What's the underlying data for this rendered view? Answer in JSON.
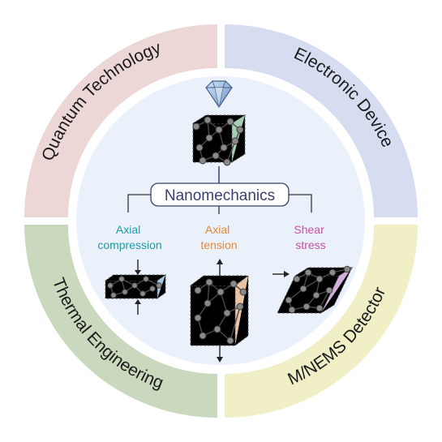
{
  "ring": {
    "quantum": {
      "label": "Quantum Technology",
      "color": "#ecd6d6"
    },
    "electronic": {
      "label": "Electronic Device",
      "color": "#d6ddf0"
    },
    "thermal": {
      "label": "Thermal Engineering",
      "color": "#cad8be"
    },
    "mems": {
      "label": "M/NEMS Detector",
      "color": "#f0efc6"
    }
  },
  "center": {
    "title": "Nanomechanics",
    "background": "#ebf1fb",
    "title_color": "#3a3f73"
  },
  "modes": {
    "compression": {
      "line1": "Axial",
      "line2": "compression",
      "color": "#1f9aa6"
    },
    "tension": {
      "line1": "Axial",
      "line2": "tension",
      "color": "#e08a3a"
    },
    "shear": {
      "line1": "Shear",
      "line2": "stress",
      "color": "#c94fa3"
    }
  },
  "icons": {
    "top": "diamond-icon"
  }
}
